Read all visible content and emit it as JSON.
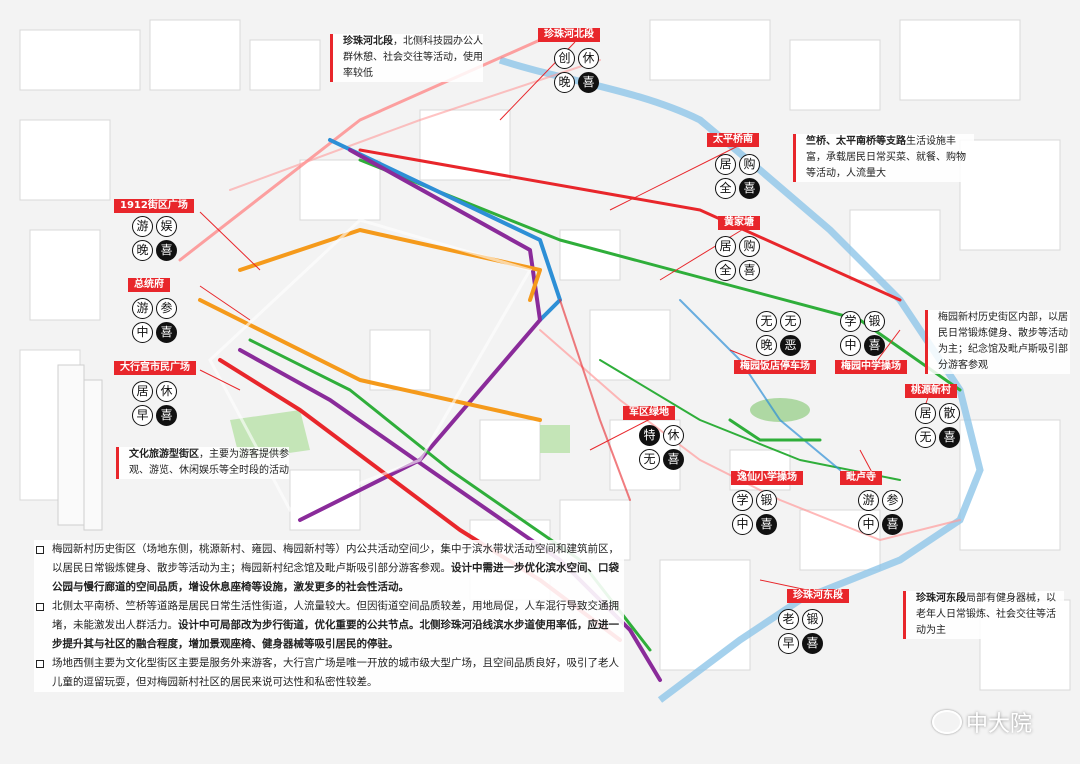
{
  "tags": [
    {
      "id": "t1",
      "text": "珍珠河北段",
      "x": 0,
      "y": 0
    },
    {
      "id": "t2",
      "text": "太平桥南"
    },
    {
      "id": "t3",
      "text": "1912街区广场"
    },
    {
      "id": "t4",
      "text": "黄家塘"
    },
    {
      "id": "t5",
      "text": "总统府"
    },
    {
      "id": "t6",
      "text": "梅园饭店停车场"
    },
    {
      "id": "t7",
      "text": "梅园中学操场"
    },
    {
      "id": "t8",
      "text": "大行宫市民广场"
    },
    {
      "id": "t9",
      "text": "桃源新村"
    },
    {
      "id": "t10",
      "text": "军区绿地"
    },
    {
      "id": "t11",
      "text": "逸仙小学操场"
    },
    {
      "id": "t12",
      "text": "毗卢寺"
    },
    {
      "id": "t13",
      "text": "珍珠河东段"
    }
  ],
  "badges": [
    {
      "id": "b1",
      "chars": [
        {
          "t": "创",
          "f": false
        },
        {
          "t": "休",
          "f": false
        },
        {
          "t": "晚",
          "f": false
        },
        {
          "t": "喜",
          "f": true
        }
      ]
    },
    {
      "id": "b2",
      "chars": [
        {
          "t": "居",
          "f": false
        },
        {
          "t": "购",
          "f": false
        },
        {
          "t": "全",
          "f": false
        },
        {
          "t": "喜",
          "f": true
        }
      ]
    },
    {
      "id": "b3",
      "chars": [
        {
          "t": "游",
          "f": false
        },
        {
          "t": "娱",
          "f": false
        },
        {
          "t": "晚",
          "f": false
        },
        {
          "t": "喜",
          "f": true
        }
      ]
    },
    {
      "id": "b4",
      "chars": [
        {
          "t": "居",
          "f": false
        },
        {
          "t": "购",
          "f": false
        },
        {
          "t": "全",
          "f": false
        },
        {
          "t": "喜",
          "f": false
        }
      ]
    },
    {
      "id": "b5",
      "chars": [
        {
          "t": "游",
          "f": false
        },
        {
          "t": "参",
          "f": false
        },
        {
          "t": "中",
          "f": false
        },
        {
          "t": "喜",
          "f": true
        }
      ]
    },
    {
      "id": "b6",
      "chars": [
        {
          "t": "无",
          "f": false
        },
        {
          "t": "无",
          "f": false
        },
        {
          "t": "晚",
          "f": false
        },
        {
          "t": "恶",
          "f": true
        }
      ]
    },
    {
      "id": "b7",
      "chars": [
        {
          "t": "学",
          "f": false
        },
        {
          "t": "锻",
          "f": false
        },
        {
          "t": "中",
          "f": false
        },
        {
          "t": "喜",
          "f": true
        }
      ]
    },
    {
      "id": "b8",
      "chars": [
        {
          "t": "居",
          "f": false
        },
        {
          "t": "休",
          "f": false
        },
        {
          "t": "早",
          "f": false
        },
        {
          "t": "喜",
          "f": true
        }
      ]
    },
    {
      "id": "b9",
      "chars": [
        {
          "t": "居",
          "f": false
        },
        {
          "t": "散",
          "f": false
        },
        {
          "t": "无",
          "f": false
        },
        {
          "t": "喜",
          "f": true
        }
      ]
    },
    {
      "id": "b10",
      "chars": [
        {
          "t": "特",
          "f": true
        },
        {
          "t": "休",
          "f": false
        },
        {
          "t": "无",
          "f": false
        },
        {
          "t": "喜",
          "f": true
        }
      ]
    },
    {
      "id": "b11",
      "chars": [
        {
          "t": "学",
          "f": false
        },
        {
          "t": "锻",
          "f": false
        },
        {
          "t": "中",
          "f": false
        },
        {
          "t": "喜",
          "f": true
        }
      ]
    },
    {
      "id": "b12",
      "chars": [
        {
          "t": "游",
          "f": false
        },
        {
          "t": "参",
          "f": false
        },
        {
          "t": "中",
          "f": false
        },
        {
          "t": "喜",
          "f": true
        }
      ]
    },
    {
      "id": "b13",
      "chars": [
        {
          "t": "老",
          "f": false
        },
        {
          "t": "锻",
          "f": false
        },
        {
          "t": "早",
          "f": false
        },
        {
          "t": "喜",
          "f": true
        }
      ]
    }
  ],
  "notes": {
    "n1": {
      "bold": "珍珠河北段",
      "text": "，北侧科技园办公人群休憩、社会交往等活动，使用率较低"
    },
    "n2": {
      "bold": "竺桥、太平南桥等支路",
      "text": "生活设施丰富，承载居民日常买菜、就餐、购物等活动，人流量大"
    },
    "n3": {
      "bold": "",
      "text": "梅园新村历史街区内部，以居民日常锻炼健身、散步等活动为主；纪念馆及毗卢斯吸引部分游客参观"
    },
    "n4": {
      "bold": "文化旅游型街区",
      "text": "，主要为游客提供参观、游览、休闲娱乐等全时段的活动"
    },
    "n5": {
      "bold": "珍珠河东段",
      "text": "局部有健身器械，以老年人日常锻炼、社会交往等活动为主"
    }
  },
  "bottom": [
    {
      "normal": "梅园新村历史街区（场地东侧，桃源新村、雍园、梅园新村等）内公共活动空间少，集中于滨水带状活动空间和建筑前区，以居民日常锻炼健身、散步等活动为主；梅园新村纪念馆及毗卢斯吸引部分游客参观。",
      "bold": "设计中需进一步优化滨水空间、口袋公园与慢行廊道的空间品质，增设休息座椅等设施，激发更多的社会性活动。"
    },
    {
      "normal": "北侧太平南桥、竺桥等道路是居民日常生活性街道，人流量较大。但因街道空间品质较差，用地局促，人车混行导致交通拥堵，未能激发出人群活力。",
      "bold": "设计中可局部改为步行街道，优化重要的公共节点。北侧珍珠河沿线滨水步道使用率低，应进一步提升其与社区的融合程度，增加景观座椅、健身器械等吸引居民的停驻。"
    },
    {
      "normal": "场地西侧主要为文化型街区主要是服务外来游客，大行宫广场是唯一开放的城市级大型广场，且空间品质良好，吸引了老人儿童的逗留玩耍，但对梅园新村社区的居民来说可达性和私密性较差。",
      "bold": ""
    }
  ],
  "logo": "中大院",
  "colors": {
    "accent": "#e8262b",
    "orange": "#f59a1b",
    "green": "#2fae3a",
    "purple": "#8a2b9a",
    "blue": "#2d8fd6"
  }
}
